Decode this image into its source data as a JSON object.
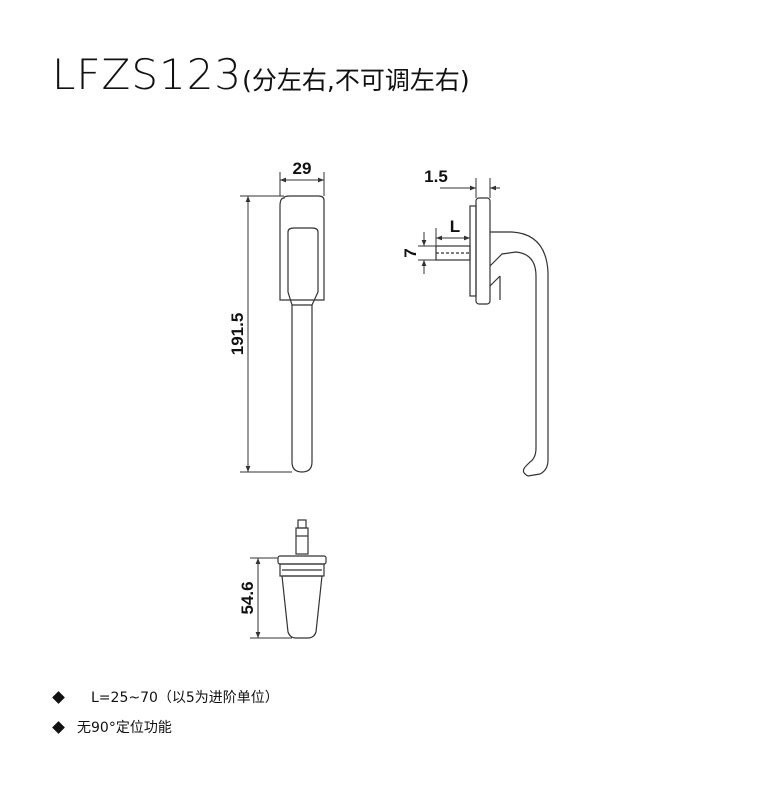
{
  "title": {
    "model": "LFZS123",
    "note": "(分左右,不可调左右)"
  },
  "dimensions": {
    "width_top": "29",
    "overall_height": "191.5",
    "plate_thickness": "1.5",
    "spindle_length_label": "L",
    "spindle_square": "7",
    "bottom_height": "54.6"
  },
  "specs": [
    {
      "icon": "diamond-bullet-icon",
      "text": "L=25~70（以5为进阶单位）"
    },
    {
      "icon": "diamond-bullet-icon",
      "text": "无90°定位功能"
    }
  ],
  "colors": {
    "line": "#333333",
    "text": "#111111",
    "background": "#ffffff"
  }
}
